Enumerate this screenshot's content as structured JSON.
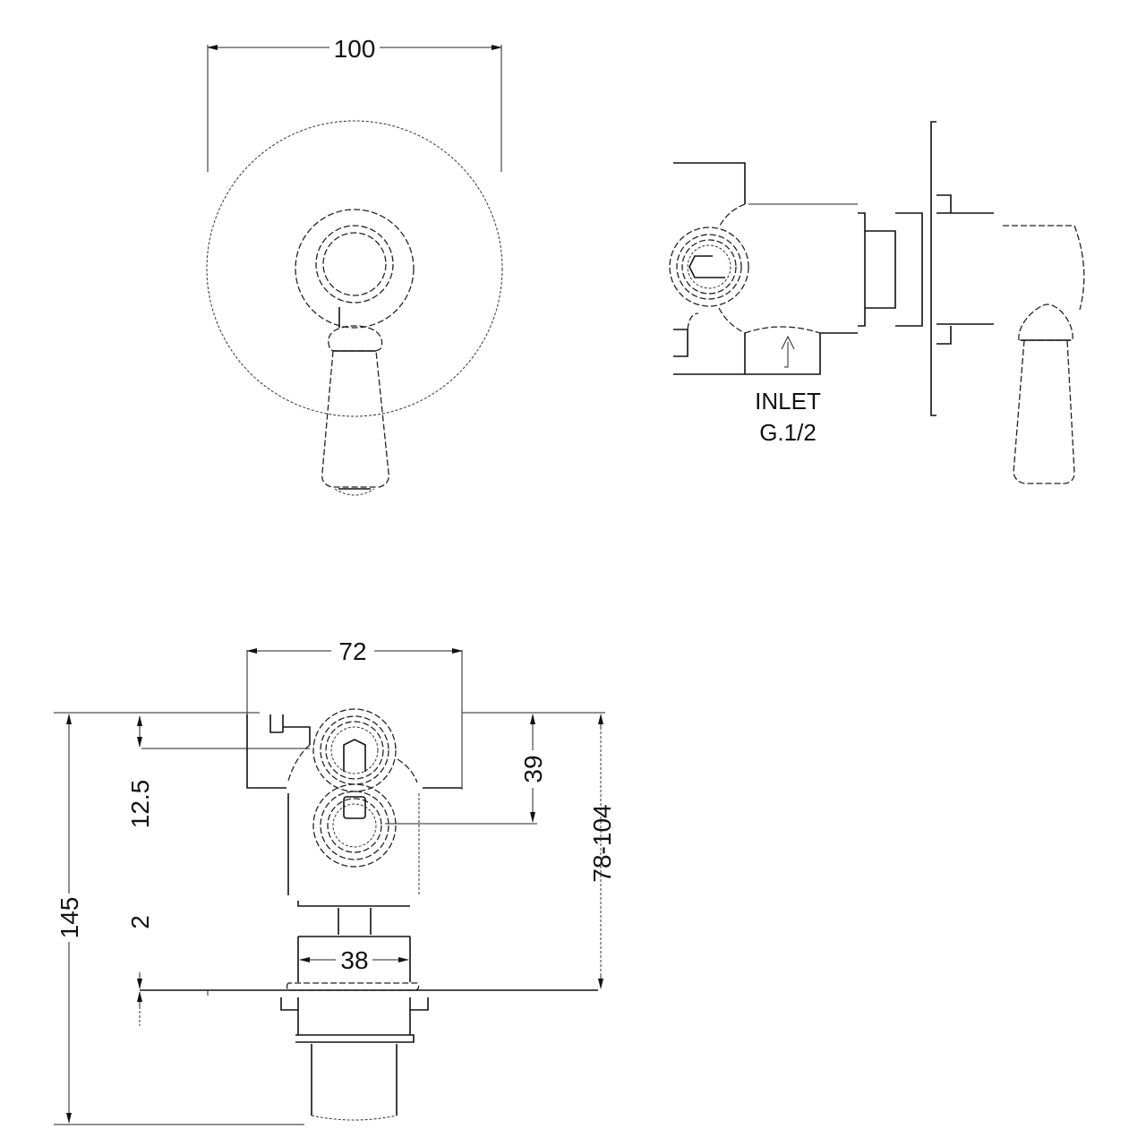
{
  "drawing": {
    "front_view": {
      "dimension_width": "100"
    },
    "side_view": {
      "inlet_label": "INLET",
      "inlet_thread": "G.1/2"
    },
    "top_view": {
      "dimension_body_width": "72",
      "dimension_flange_width": "38",
      "dimension_total_depth": "145",
      "dimension_top_offset": "12.5",
      "dimension_plate_gap": "2",
      "dimension_outlet_spacing": "39",
      "dimension_wall_depth_range": "78-104"
    }
  }
}
